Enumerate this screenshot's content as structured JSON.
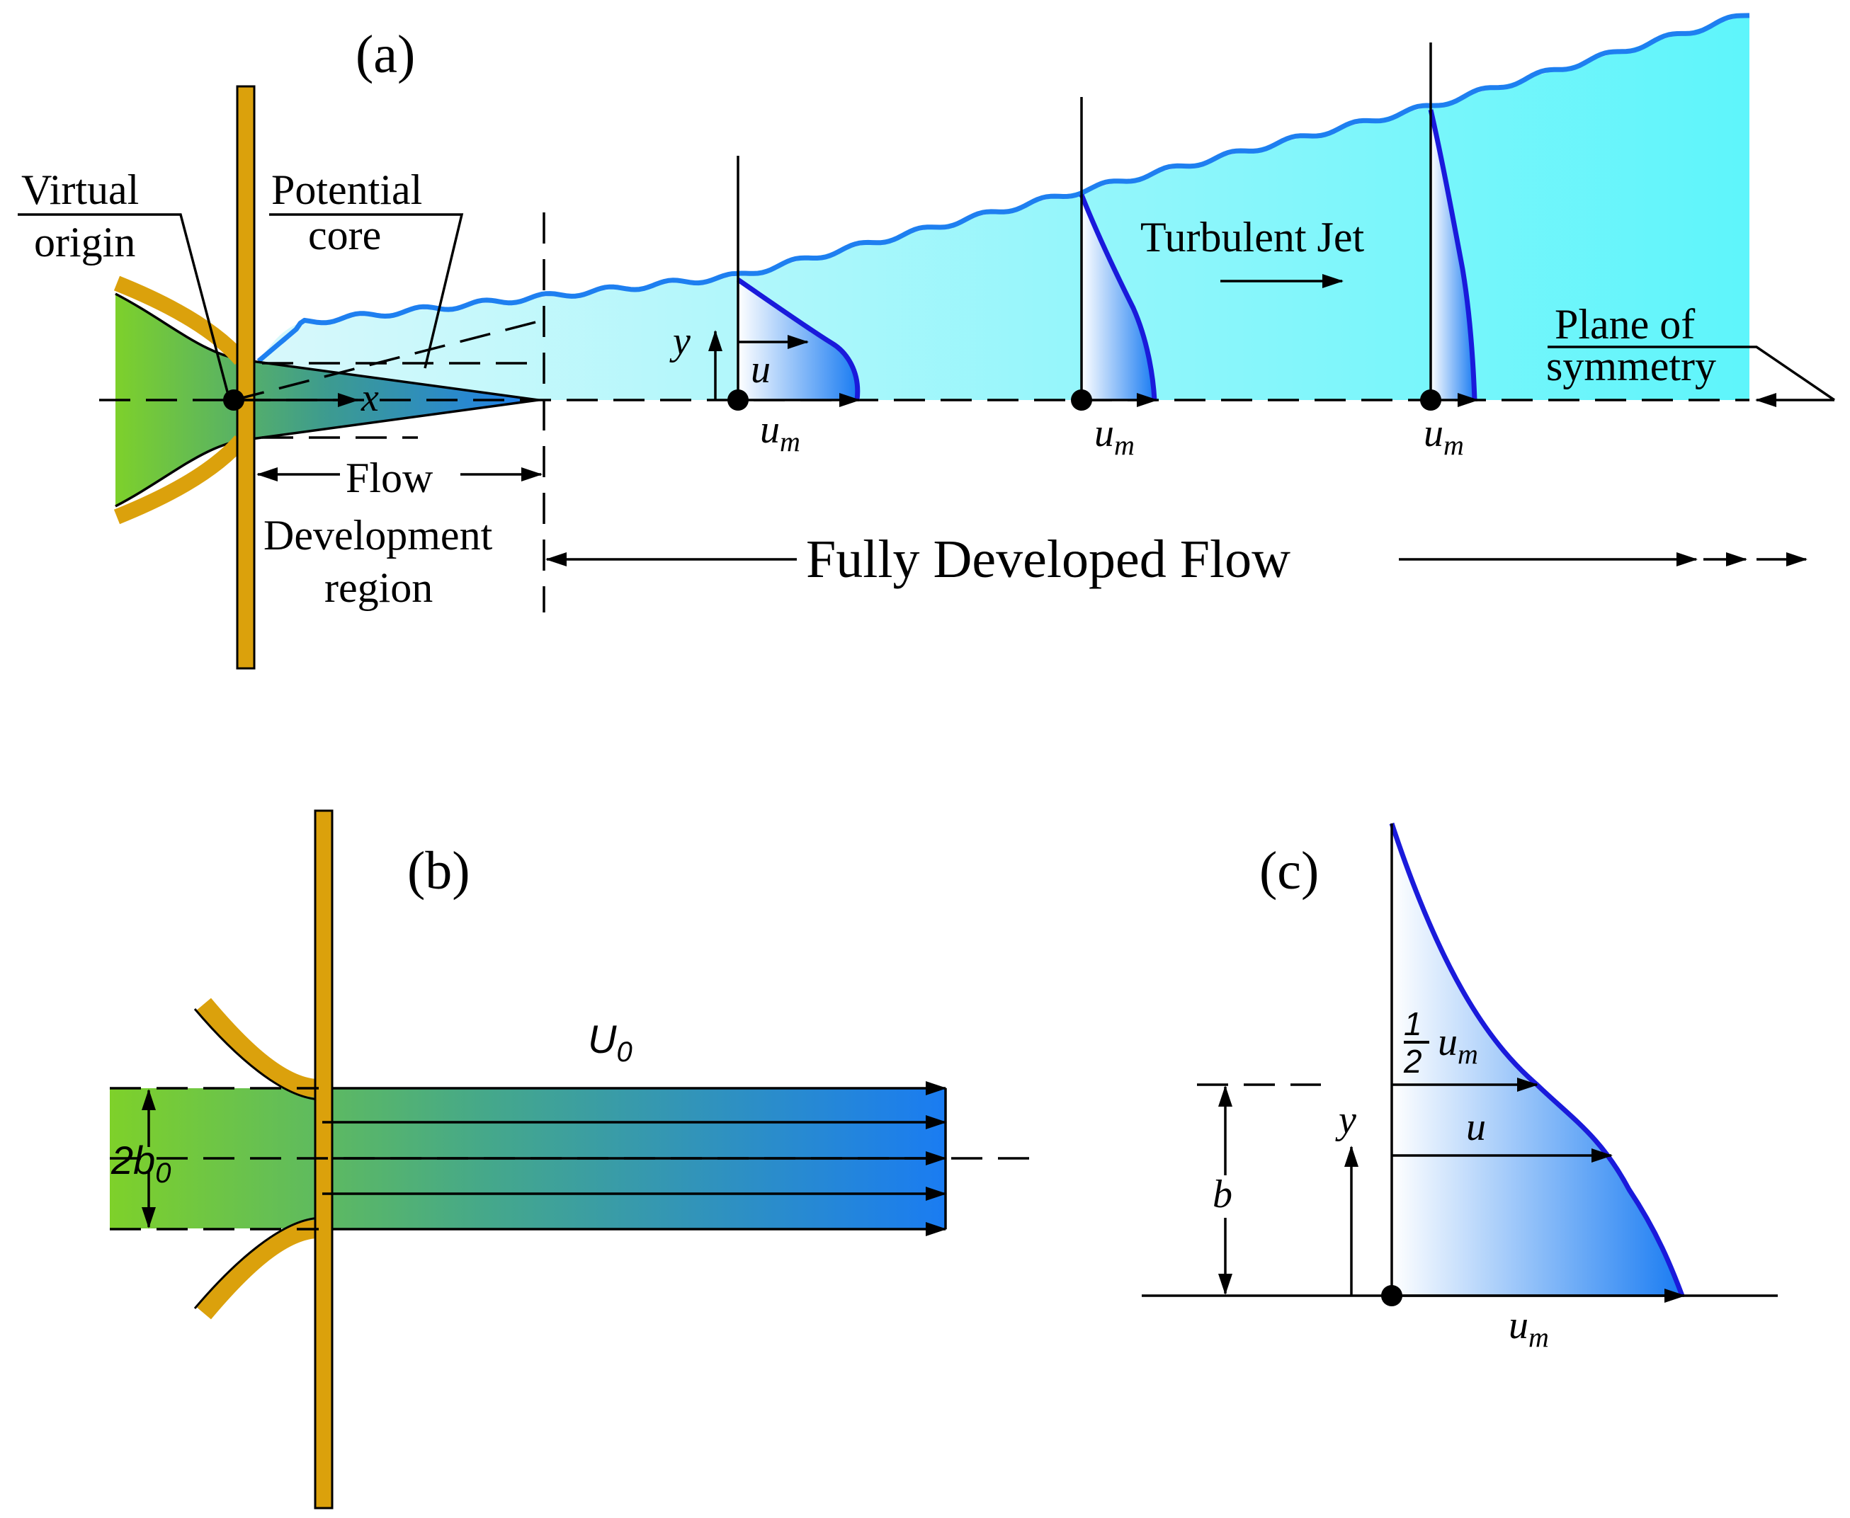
{
  "panels": {
    "a": "(a)",
    "b": "(b)",
    "c": "(c)"
  },
  "panel_a": {
    "virtual_origin": [
      "Virtual",
      "origin"
    ],
    "potential_core": [
      "Potential",
      "core"
    ],
    "turbulent_jet": "Turbulent Jet",
    "plane_of_symmetry": [
      "Plane of",
      "symmetry"
    ],
    "flow_development": [
      "Flow",
      "Development",
      "region"
    ],
    "fully_developed": "Fully Developed Flow",
    "axis_x": "x",
    "axis_y": "y",
    "velocity_u": "u",
    "u_m_base": "u",
    "u_m_sub": "m"
  },
  "panel_b": {
    "u0_base": "U",
    "u0_sub": "0",
    "width_prefix": "2b",
    "width_sub": "0"
  },
  "panel_c": {
    "half_num": "1",
    "half_den": "2",
    "half_base": "u",
    "half_sub": "m",
    "velocity_u": "u",
    "axis_y": "y",
    "width_b": "b",
    "u_m_base": "u",
    "u_m_sub": "m"
  },
  "colors": {
    "wall": "#dba10c",
    "nozzle_green": "#7ed12a",
    "jet_blue": "#1e7ff0",
    "jet_fill_light": "#d8f8fb",
    "jet_fill_cyan": "#5ef5fb",
    "boundary": "#1e7ff0",
    "profile_line": "#1a1adb"
  }
}
